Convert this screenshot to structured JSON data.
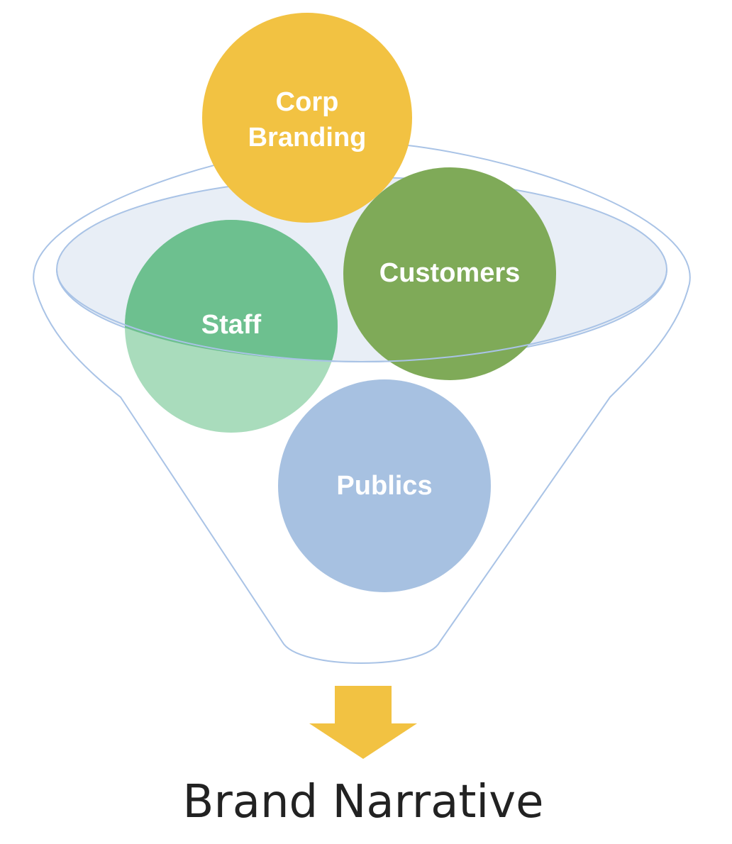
{
  "diagram": {
    "inputs": {
      "corp_branding": {
        "line1": "Corp",
        "line2": "Branding",
        "color": "#F2C242"
      },
      "staff": {
        "label": "Staff",
        "color": "#6DC08F",
        "faded_color": "#A9DCBC"
      },
      "customers": {
        "label": "Customers",
        "color": "#7FAA58"
      },
      "publics": {
        "label": "Publics",
        "color": "#A7C1E1"
      }
    },
    "funnel_color": "#A9C3E6",
    "arrow_color": "#F2C242",
    "output": {
      "label": "Brand Narrative"
    }
  }
}
